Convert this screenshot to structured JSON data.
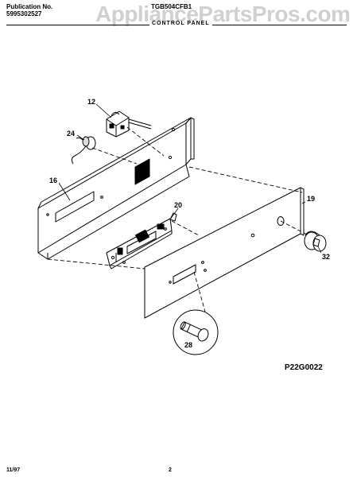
{
  "header": {
    "publication_label": "Publication No.",
    "publication_number": "5995302527",
    "model": "TGB504CFB1",
    "section_title": "CONTROL PANEL",
    "watermark": "AppliancePartsPros.com"
  },
  "callouts": {
    "c12": "12",
    "c24": "24",
    "c16": "16",
    "c20": "20",
    "c19": "19",
    "c32": "32",
    "c28": "28"
  },
  "diagram_code": "P22G0022",
  "footer": {
    "date": "11/97",
    "page": "2"
  }
}
